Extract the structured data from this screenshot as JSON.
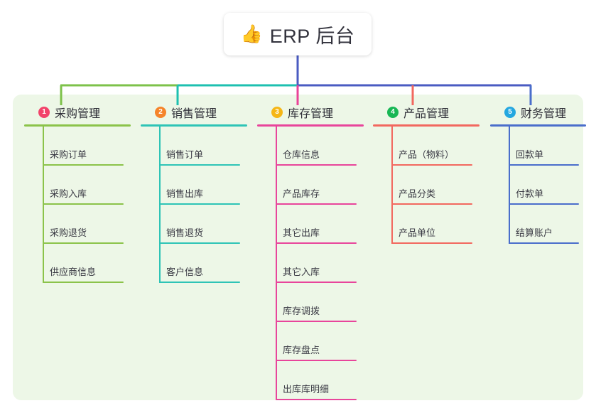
{
  "root": {
    "icon": "thumbs-up-emoji",
    "emoji": "👍",
    "title": "ERP 后台"
  },
  "panel": {
    "background_color": "#edf7e7"
  },
  "connector": {
    "trunk_color": "#4a5bc2",
    "bar_segments": [
      {
        "color": "#7dc24a"
      },
      {
        "color": "#1ec0b0"
      },
      {
        "color": "#4a5bc2"
      }
    ]
  },
  "branches": [
    {
      "number": "1",
      "title": "采购管理",
      "badge_color": "#f2436a",
      "line_color": "#8bc34a",
      "drop_color": "#7dc24a",
      "items": [
        {
          "label": "采购订单"
        },
        {
          "label": "采购入库"
        },
        {
          "label": "采购退货"
        },
        {
          "label": "供应商信息"
        }
      ]
    },
    {
      "number": "2",
      "title": "销售管理",
      "badge_color": "#f5842a",
      "line_color": "#2ec4b6",
      "drop_color": "#1ec0b0",
      "items": [
        {
          "label": "销售订单"
        },
        {
          "label": "销售出库"
        },
        {
          "label": "销售退货"
        },
        {
          "label": "客户信息"
        }
      ]
    },
    {
      "number": "3",
      "title": "库存管理",
      "badge_color": "#f5b616",
      "line_color": "#e8459b",
      "drop_color": "#ea4398",
      "items": [
        {
          "label": "仓库信息"
        },
        {
          "label": "产品库存"
        },
        {
          "label": "其它出库"
        },
        {
          "label": "其它入库"
        },
        {
          "label": "库存调拨"
        },
        {
          "label": "库存盘点"
        },
        {
          "label": "出库库明细"
        }
      ]
    },
    {
      "number": "4",
      "title": "产品管理",
      "badge_color": "#18b755",
      "line_color": "#f2685f",
      "drop_color": "#f2685f",
      "items": [
        {
          "label": "产品（物料）"
        },
        {
          "label": "产品分类"
        },
        {
          "label": "产品单位"
        }
      ]
    },
    {
      "number": "5",
      "title": "财务管理",
      "badge_color": "#24a7e0",
      "line_color": "#4a6ecb",
      "drop_color": "#4a6ecb",
      "items": [
        {
          "label": "回款单"
        },
        {
          "label": "付款单"
        },
        {
          "label": "结算账户"
        }
      ]
    }
  ]
}
